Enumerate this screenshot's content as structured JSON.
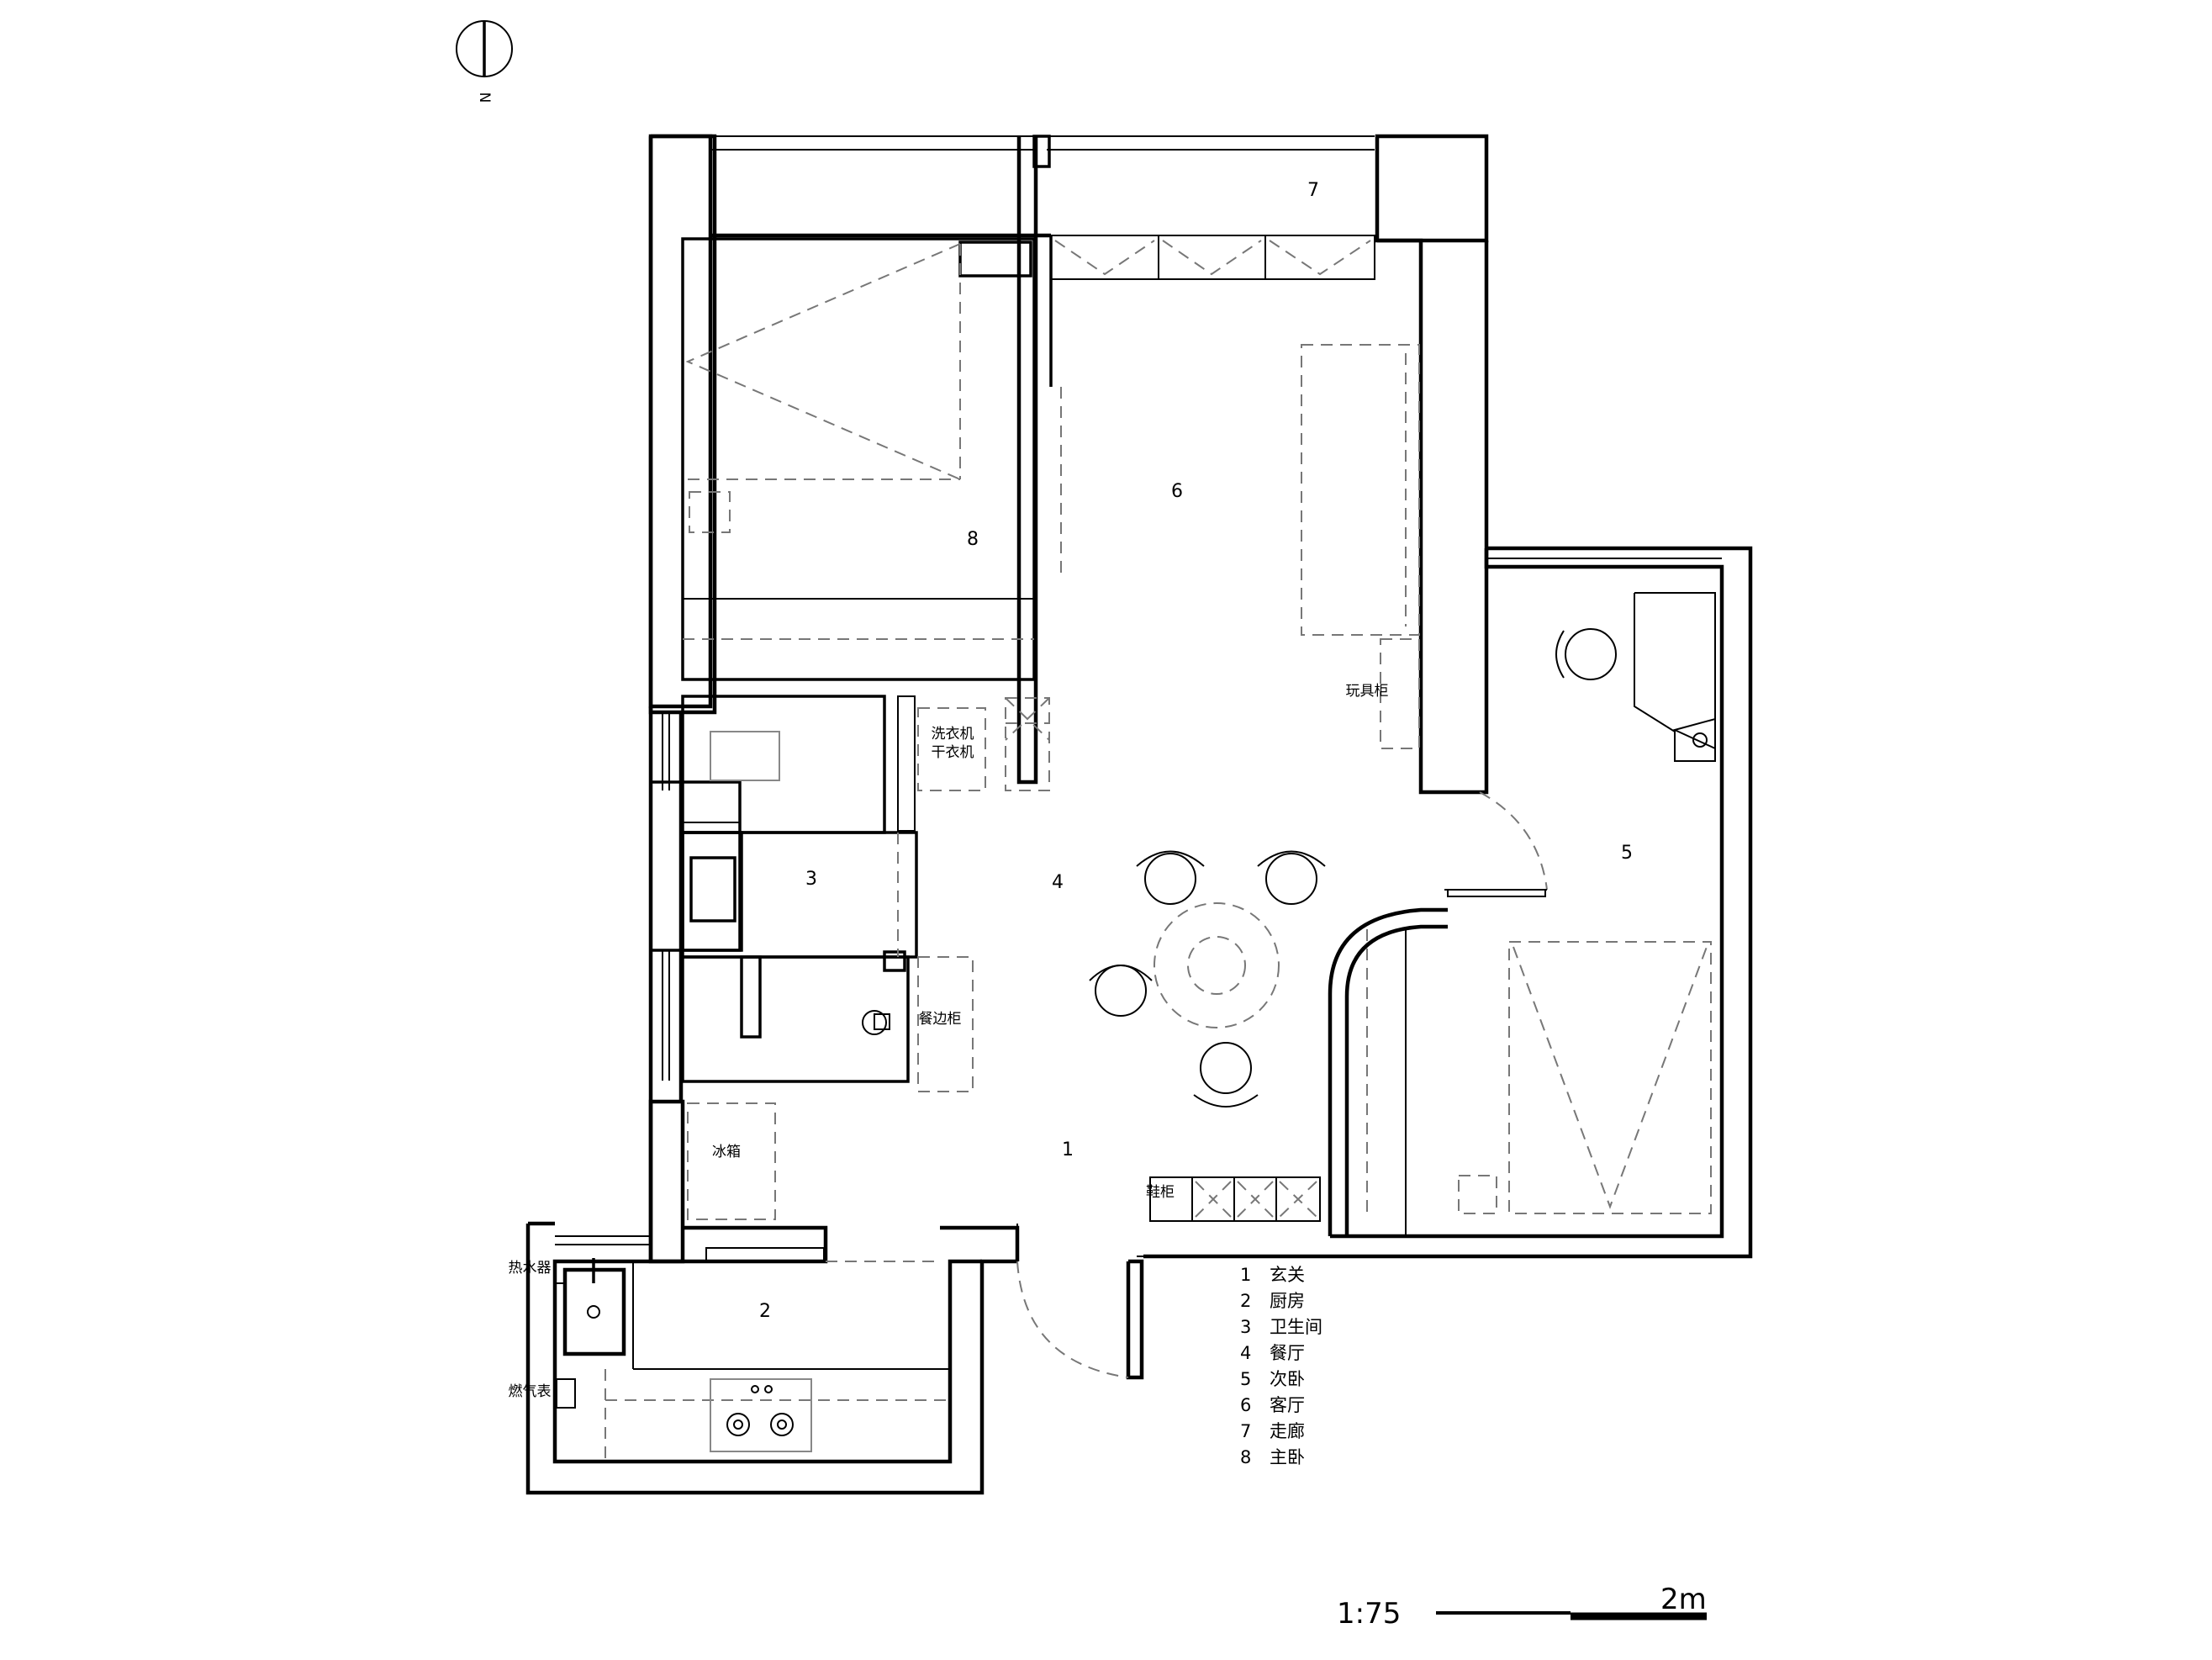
{
  "north": {
    "label": "N"
  },
  "rooms": [
    {
      "id": "1",
      "name": "玄关"
    },
    {
      "id": "2",
      "name": "厨房"
    },
    {
      "id": "3",
      "name": "卫生间"
    },
    {
      "id": "4",
      "name": "餐厅"
    },
    {
      "id": "5",
      "name": "次卧"
    },
    {
      "id": "6",
      "name": "客厅"
    },
    {
      "id": "7",
      "name": "走廊"
    },
    {
      "id": "8",
      "name": "主卧"
    }
  ],
  "fixtures": {
    "washer_line1": "洗衣机",
    "washer_line2": "干衣机",
    "toy_cabinet": "玩具柜",
    "sideboard": "餐边柜",
    "fridge": "冰箱",
    "shoe_cabinet": "鞋柜",
    "water_heater": "热水器",
    "gas_meter": "燃气表"
  },
  "scale": {
    "ratio": "1:75",
    "length": "2m"
  }
}
